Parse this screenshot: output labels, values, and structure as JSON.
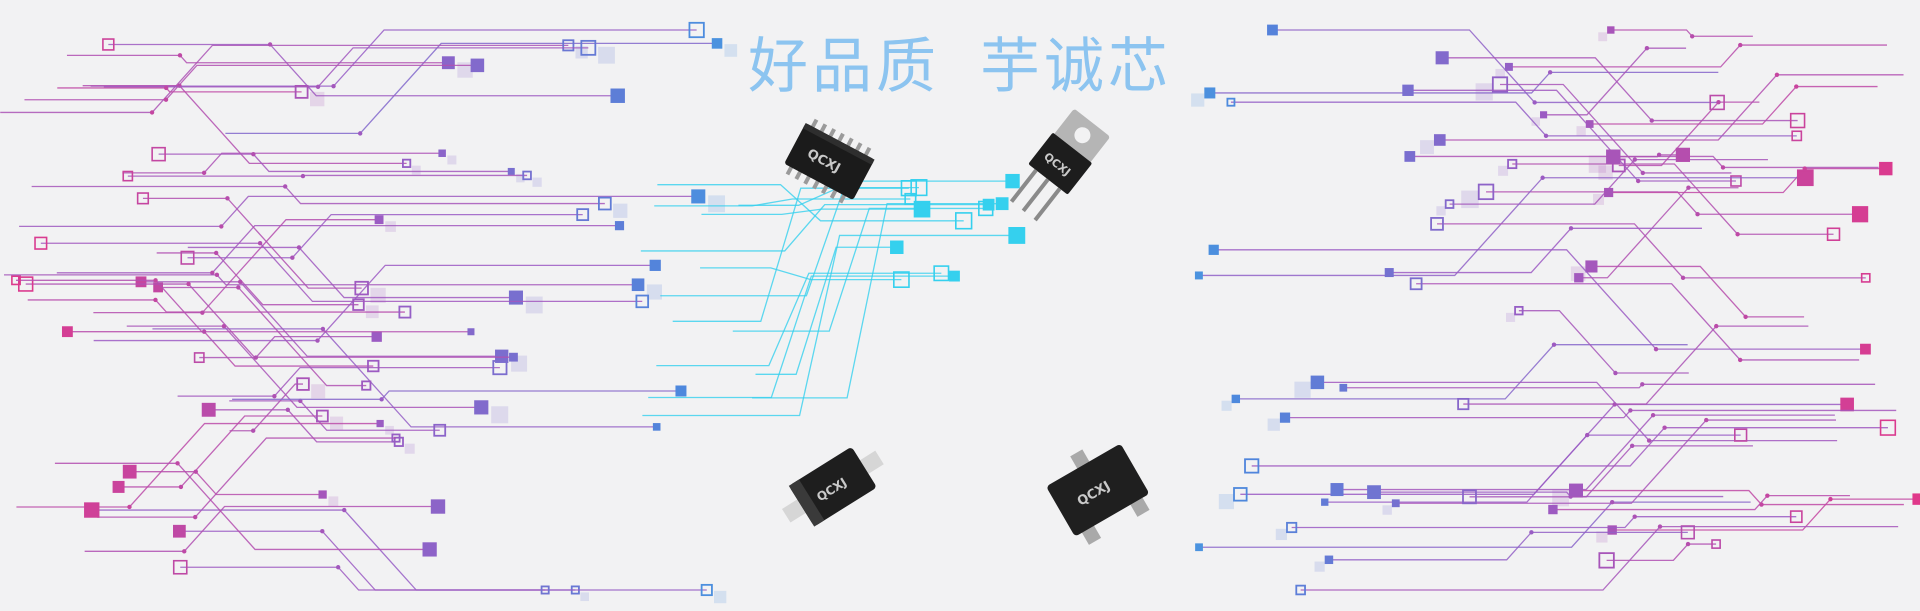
{
  "slogan": {
    "part1": "好品质",
    "part2": "芋诚芯"
  },
  "colors": {
    "background": "#f2f2f3",
    "slogan": "#8cc4f0",
    "trace_magenta": "#e0388a",
    "trace_purple": "#9a5cc4",
    "trace_blue": "#4f86dc",
    "trace_cyan": "#35d0ee"
  },
  "chips": [
    {
      "name": "soic-package",
      "icon": "soic-chip-icon",
      "logo": "QCXJ"
    },
    {
      "name": "to220-package",
      "icon": "to220-transistor-icon",
      "logo": "QCXJ"
    },
    {
      "name": "sod-package",
      "icon": "sod-diode-icon",
      "logo": "QCXJ"
    },
    {
      "name": "sot23-package",
      "icon": "sot23-transistor-icon",
      "logo": "QCXJ"
    }
  ]
}
